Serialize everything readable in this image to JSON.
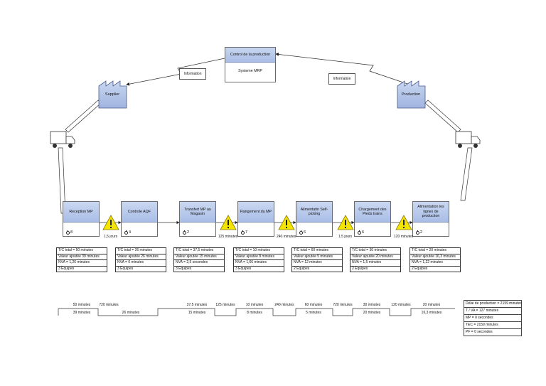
{
  "control": {
    "title": "Control de la production",
    "system": "Systeme MRP"
  },
  "information": [
    "Information",
    "Information"
  ],
  "supplier": {
    "label": "Supplier"
  },
  "customer": {
    "label": "Production"
  },
  "processes": [
    {
      "name": "Reception MP",
      "operators": "8",
      "data": [
        "T/C total = 50 minutes",
        "Valeur ajoutée 39 minutes",
        "NVA = 1,26 minutes",
        "3 Equipes"
      ]
    },
    {
      "name": "Controle AQF",
      "operators": "4",
      "data": [
        "T/C total = 26 minutes",
        "Valeur ajoutée 26 minutes",
        "NVA = 0 minutes",
        "3 Equipes"
      ]
    },
    {
      "name": "Transfert MP au Magasin",
      "operators": "2",
      "data": [
        "T/C total = 37,5 minutes",
        "Valeur ajoutée 15 minutes",
        "NVA = 2,5 secondes",
        "3 Equipes"
      ]
    },
    {
      "name": "Rangement du MP",
      "operators": "7",
      "data": [
        "T/C total = 10 minutes",
        "Valeur ajoutée 8 minutes",
        "NVA = 1,66 minutes",
        "3 Equipes"
      ]
    },
    {
      "name": "Alimentatin Self-picking",
      "operators": "6",
      "data": [
        "T/C total = 60 minutes",
        "Valeur ajoutée 5 minutes",
        "NVA = 12 minutes",
        "2 Equipes"
      ]
    },
    {
      "name": "Chargement des Pieds trains",
      "operators": "6",
      "data": [
        "T/C total = 30 minutes",
        "Valeur ajoutée 20 minutes",
        "NVA = 1,5 minutes",
        "2 Equipes"
      ]
    },
    {
      "name": "Alimentation les lignes de production",
      "operators": "2",
      "data": [
        "T/C total = 20 minutes",
        "Valeur ajoutée 16,3 minutes",
        "NVA = 1,22 minutes",
        "2 Equipes"
      ]
    }
  ],
  "inventories": [
    "1,5 jours",
    "125 minutes",
    "240 minutes",
    "1,5 jours",
    "120 minutes"
  ],
  "timeline": {
    "top": [
      "50 minutes",
      "720 minutes",
      "37,5 minutes",
      "125 minutes",
      "10 minutes",
      "240 minutes",
      "60 minutes",
      "720 minutes",
      "30 minutes",
      "120 minutes",
      "20 minutes"
    ],
    "bottom": [
      "39 minutes",
      "26 minutes",
      "15 minutes",
      "8 minutes",
      "5 minutes",
      "20 minutes",
      "16,3 minutes"
    ]
  },
  "summary": [
    "Délai de production = 2159 minutes",
    "T / VA = 127 minutes",
    "MP = 0 secondes",
    "TEC = 2159 minutes",
    "PF = 0 secondes"
  ]
}
